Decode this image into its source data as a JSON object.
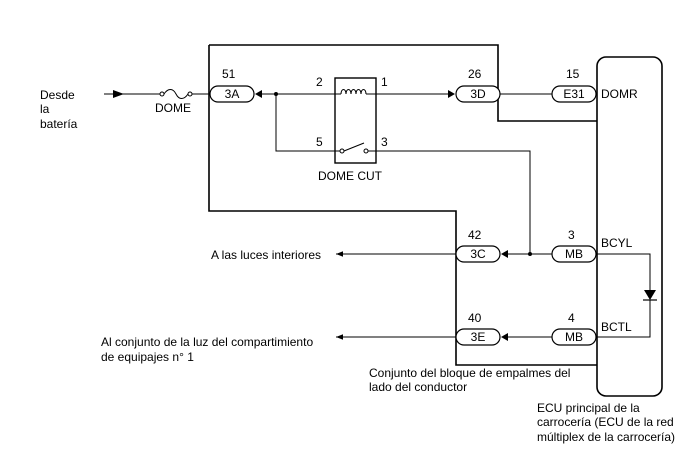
{
  "source_label": [
    "Desde",
    "la",
    "batería"
  ],
  "fuse_label": "DOME",
  "relay": {
    "name": "DOME CUT",
    "pin_coil_in": "2",
    "pin_coil_out": "1",
    "pin_switch_in": "5",
    "pin_switch_out": "3"
  },
  "connectors": {
    "c_3a": {
      "pin": "51",
      "id": "3A"
    },
    "c_3d": {
      "pin": "26",
      "id": "3D"
    },
    "c_e31": {
      "pin": "15",
      "id": "E31"
    },
    "c_3c": {
      "pin": "42",
      "id": "3C"
    },
    "c_3e": {
      "pin": "40",
      "id": "3E"
    },
    "c_mb_top": {
      "pin": "3",
      "id": "MB"
    },
    "c_mb_bottom": {
      "pin": "4",
      "id": "MB"
    }
  },
  "terminals": {
    "domr": "DOMR",
    "bcyl": "BCYL",
    "bctl": "BCTL"
  },
  "outputs": {
    "interior": "A las luces interiores",
    "luggage": [
      "Al conjunto de la luz del compartimiento",
      "de equipajes n° 1"
    ]
  },
  "junction_block": [
    "Conjunto del bloque de empalmes del",
    "lado del conductor"
  ],
  "ecu": [
    "ECU principal de la",
    "carrocería (ECU de la red",
    "múltiplex de la carrocería)"
  ]
}
